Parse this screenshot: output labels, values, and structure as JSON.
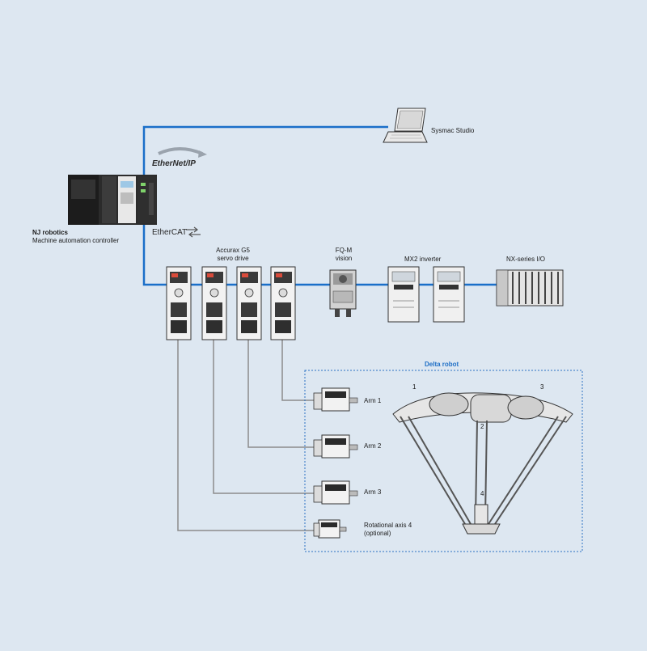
{
  "colors": {
    "background": "#dde7f1",
    "network_line": "#1a6fc9",
    "cable_line": "#8c8c8c",
    "frame_border": "#2a72c2",
    "title_color": "#1f6fc6"
  },
  "labels": {
    "sysmac_studio": "Sysmac Studio",
    "ethernet_ip": "EtherNet/IP",
    "ethercat": "EtherCAT",
    "controller_title": "NJ robotics",
    "controller_subtitle": "Machine automation controller",
    "servo_line1": "Accurax G5",
    "servo_line2": "servo drive",
    "fqm_line1": "FQ-M",
    "fqm_line2": "vision",
    "mx2": "MX2 inverter",
    "nx": "NX-series I/O",
    "delta_title": "Delta robot",
    "arm1": "Arm 1",
    "arm2": "Arm 2",
    "arm3": "Arm 3",
    "rot_line1": "Rotational axis 4",
    "rot_line2": "(optional)",
    "num1": "1",
    "num2": "2",
    "num3": "3",
    "num4": "4"
  },
  "icons": [
    "laptop-icon",
    "controller-icon",
    "servo-drive-icon",
    "vision-sensor-icon",
    "inverter-icon",
    "io-module-icon",
    "servo-motor-icon",
    "delta-robot-icon"
  ]
}
